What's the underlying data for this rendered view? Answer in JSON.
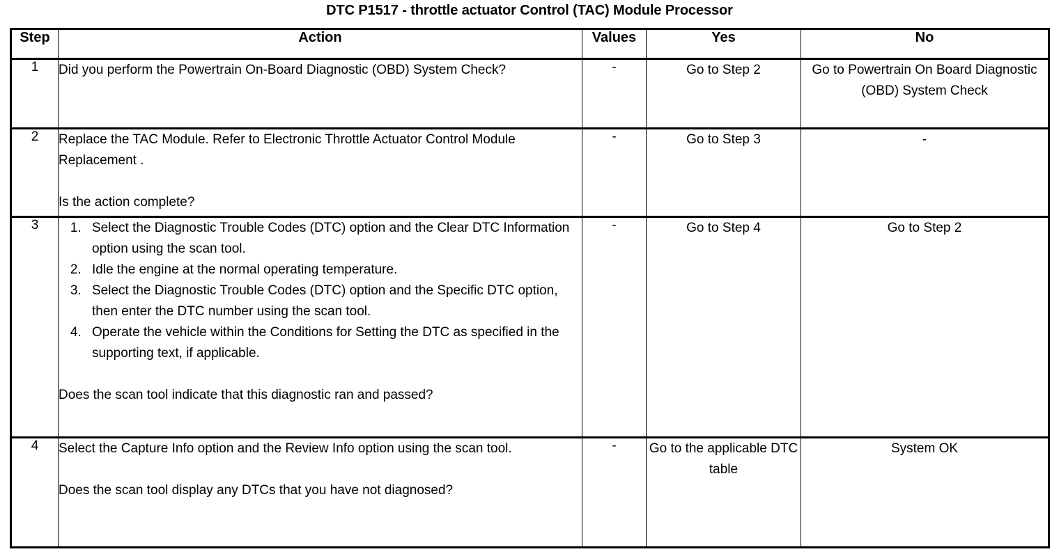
{
  "document": {
    "title": "DTC P1517 - throttle actuator Control (TAC) Module Processor"
  },
  "table": {
    "columns": [
      {
        "key": "step",
        "label": "Step"
      },
      {
        "key": "action",
        "label": "Action"
      },
      {
        "key": "values",
        "label": "Values"
      },
      {
        "key": "yes",
        "label": "Yes"
      },
      {
        "key": "no",
        "label": "No"
      }
    ],
    "rows": [
      {
        "step": "1",
        "action_paragraphs": [
          "Did you perform the Powertrain On-Board Diagnostic (OBD) System Check?"
        ],
        "action_list": [],
        "values": "-",
        "yes": "Go to Step 2",
        "no": "Go to Powertrain On Board Diagnostic (OBD) System Check"
      },
      {
        "step": "2",
        "action_paragraphs": [
          "Replace the TAC Module. Refer to Electronic Throttle Actuator Control Module Replacement .",
          "Is the action complete?"
        ],
        "action_list": [],
        "values": "-",
        "yes": "Go to Step 3",
        "no": "-"
      },
      {
        "step": "3",
        "action_paragraphs": [
          "Does the scan tool indicate that this diagnostic ran and passed?"
        ],
        "action_list": [
          "Select the Diagnostic Trouble Codes (DTC) option and the Clear DTC Information option using the scan tool.",
          "Idle the engine at the normal operating temperature.",
          "Select the Diagnostic Trouble Codes (DTC) option and the Specific DTC option, then enter the DTC number using the scan tool.",
          "Operate the vehicle within the Conditions for Setting the DTC as specified in the supporting text, if applicable."
        ],
        "values": "-",
        "yes": "Go to Step 4",
        "no": "Go to Step 2"
      },
      {
        "step": "4",
        "action_paragraphs": [
          "Select the Capture Info option and the Review Info option using the scan tool.",
          "Does the scan tool display any DTCs that you have not diagnosed?"
        ],
        "action_list": [],
        "values": "-",
        "yes": "Go to the applicable DTC table",
        "no": "System OK"
      }
    ]
  },
  "style": {
    "border_color": "#000000",
    "text_color": "#000000",
    "background": "#ffffff"
  }
}
